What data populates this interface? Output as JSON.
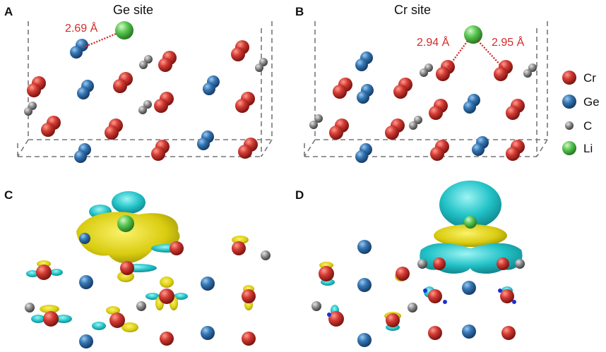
{
  "panels": {
    "A": {
      "label": "A",
      "title": "Ge site",
      "distances": [
        "2.69 Å"
      ]
    },
    "B": {
      "label": "B",
      "title": "Cr site",
      "distances": [
        "2.94 Å",
        "2.95 Å"
      ]
    },
    "C": {
      "label": "C"
    },
    "D": {
      "label": "D"
    }
  },
  "legend": [
    {
      "label": "Cr",
      "color": "#c8322e"
    },
    {
      "label": "Ge",
      "color": "#2f6ea8"
    },
    {
      "label": "C",
      "color": "#8a8a8a"
    },
    {
      "label": "Li",
      "color": "#55c24f"
    }
  ],
  "colors": {
    "cr": "#c8322e",
    "ge": "#2f6ea8",
    "c": "#8a8a8a",
    "li": "#55c24f",
    "charge_accumulation": "#e2d414",
    "charge_depletion": "#22c4c8"
  }
}
